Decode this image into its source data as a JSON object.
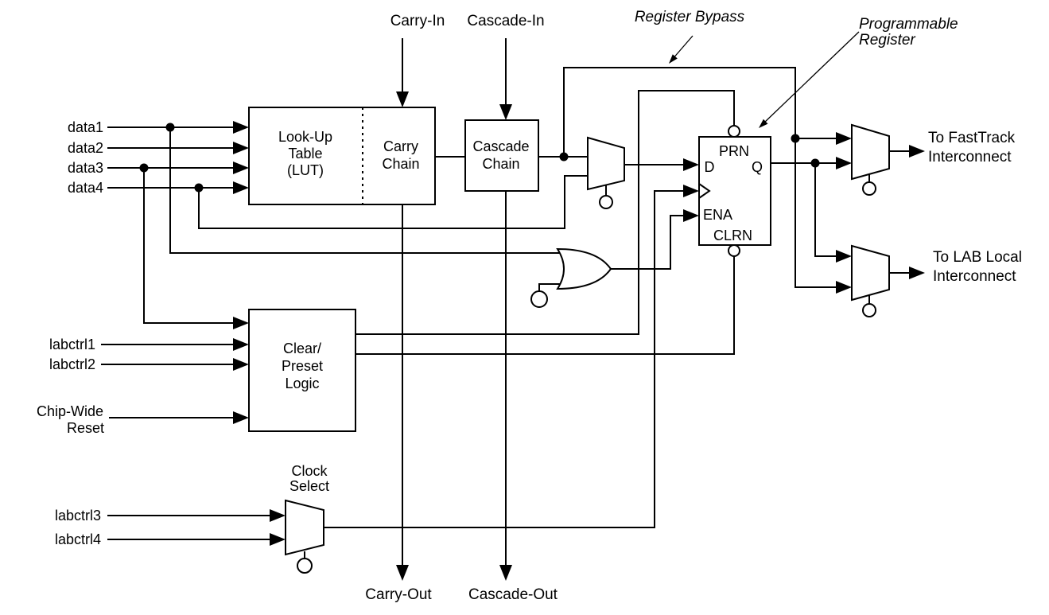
{
  "diagram": {
    "annotations": {
      "register_bypass": "Register Bypass",
      "programmable_register_line1": "Programmable",
      "programmable_register_line2": "Register"
    },
    "top_inputs": {
      "carry_in": "Carry-In",
      "cascade_in": "Cascade-In"
    },
    "data_inputs": {
      "data1": "data1",
      "data2": "data2",
      "data3": "data3",
      "data4": "data4"
    },
    "control_inputs": {
      "labctrl1": "labctrl1",
      "labctrl2": "labctrl2",
      "chip_wide_reset_line1": "Chip-Wide",
      "chip_wide_reset_line2": "Reset",
      "labctrl3": "labctrl3",
      "labctrl4": "labctrl4"
    },
    "blocks": {
      "lut_line1": "Look-Up",
      "lut_line2": "Table",
      "lut_line3": "(LUT)",
      "carry_chain_line1": "Carry",
      "carry_chain_line2": "Chain",
      "cascade_chain_line1": "Cascade",
      "cascade_chain_line2": "Chain",
      "clear_preset_line1": "Clear/",
      "clear_preset_line2": "Preset",
      "clear_preset_line3": "Logic",
      "clock_select_line1": "Clock",
      "clock_select_line2": "Select"
    },
    "register_ports": {
      "prn": "PRN",
      "d": "D",
      "q": "Q",
      "ena": "ENA",
      "clrn": "CLRN"
    },
    "outputs": {
      "fasttrack_line1": "To FastTrack",
      "fasttrack_line2": "Interconnect",
      "lab_local_line1": "To LAB Local",
      "lab_local_line2": "Interconnect",
      "carry_out": "Carry-Out",
      "cascade_out": "Cascade-Out"
    },
    "colors": {
      "line": "#000000",
      "background": "#ffffff"
    }
  }
}
